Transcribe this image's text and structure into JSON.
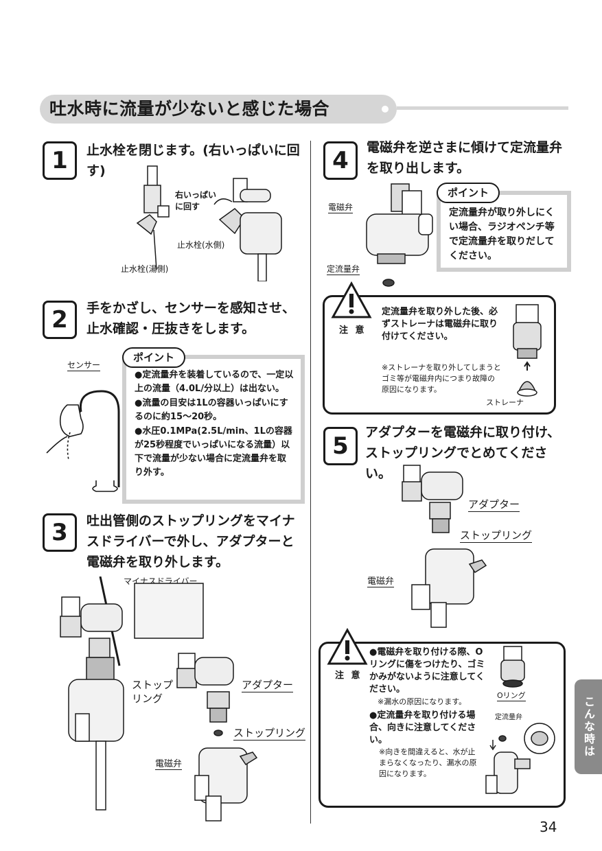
{
  "page": {
    "title": "吐水時に流量が少ないと感じた場合",
    "side_tab": "こんな時は",
    "page_number": "34"
  },
  "step1": {
    "number": "1",
    "text": "止水栓を閉じます。(右いっぱいに回す)",
    "label_turn": "右いっぱい\nに回す",
    "label_water": "止水栓(水側)",
    "label_hot": "止水栓(湯側)"
  },
  "step2": {
    "number": "2",
    "text": "手をかざし、センサーを感知させ、止水確認・圧抜きをします。",
    "label_sensor": "センサー",
    "point_tag": "ポイント",
    "points": [
      "●定流量弁を装着しているので、一定以上の流量（4.0L/分以上）は出ない。",
      "●流量の目安は1Lの容器いっぱいにするのに約15〜20秒。",
      "●水圧0.1MPa(2.5L/min、1Lの容器が25秒程度でいっぱいになる流量）以下で流量が少ない場合に定流量弁を取り外す。"
    ]
  },
  "step3": {
    "number": "3",
    "text": "吐出管側のストップリングをマイナスドライバーで外し、アダプターと電磁弁を取り外します。",
    "label_driver": "マイナスドライバー",
    "label_stopring": "ストップ\nリング",
    "label_adapter": "アダプター",
    "label_stopring2": "ストップリング",
    "label_valve": "電磁弁"
  },
  "step4": {
    "number": "4",
    "text": "電磁弁を逆さまに傾けて定流量弁を取り出します。",
    "label_valve": "電磁弁",
    "label_flow": "定流量弁",
    "point_tag": "ポイント",
    "point_text": "定流量弁が取り外しにくい場合、ラジオペンチ等で定流量弁を取りだしてください。"
  },
  "caution1": {
    "label": "注 意",
    "main": "定流量弁を取り外した後、必ずストレーナは電磁弁に取り付けてください。",
    "note": "※ストレーナを取り外してしまうとゴミ等が電磁弁内につまり故障の原因になります。",
    "label_strainer": "ストレーナ"
  },
  "step5": {
    "number": "5",
    "text": "アダプターを電磁弁に取り付け、ストップリングでとめてください。",
    "label_adapter": "アダプター",
    "label_stopring": "ストップリング",
    "label_valve": "電磁弁"
  },
  "caution2": {
    "label": "注 意",
    "main1": "●電磁弁を取り付ける際、Oリングに傷をつけたり、ゴミかみがないように注意してください。",
    "note1": "※漏水の原因になります。",
    "main2": "●定流量弁を取り付ける場合、向きに注意してください。",
    "note2": "※向きを間違えると、水が止まらなくなったり、漏水の原因になります。",
    "label_oring": "Oリング",
    "label_flow": "定流量弁"
  },
  "colors": {
    "tab": "#8a8a8a",
    "pill": "#d6d6d6",
    "point_frame": "#cfcfcf"
  }
}
